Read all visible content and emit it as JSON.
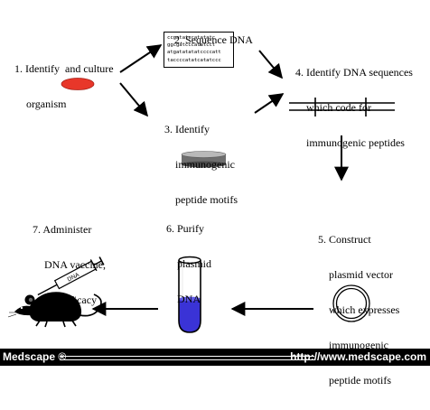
{
  "steps": {
    "s1": [
      "1. Identify  and culture",
      "organism"
    ],
    "s2": [
      "2. Sequence DNA"
    ],
    "s3": [
      "3. Identify",
      "immunogenic",
      "peptide motifs"
    ],
    "s4": [
      "4. Identify DNA sequences",
      "which code for",
      "immunogenic peptides"
    ],
    "s5": [
      "5. Construct",
      "plasmid vector",
      "which expresses",
      "immunogenic",
      "peptide motifs"
    ],
    "s6": [
      "6. Purify",
      "plasmid",
      "DNA"
    ],
    "s7": [
      "7. Administer",
      "DNA vaccine,",
      "test efficacy"
    ]
  },
  "sequence_lines": [
    "ccgatatccatatatc",
    "ggcgatcccatatcct",
    "atgatatatatccccatt",
    "taccccatatcatatccc"
  ],
  "syringe_label": "DNA",
  "footer": {
    "left": "Medscape ®",
    "right": "http://www.medscape.com"
  },
  "colors": {
    "organism": "#e8372a",
    "liquid": "#3a33d6"
  }
}
